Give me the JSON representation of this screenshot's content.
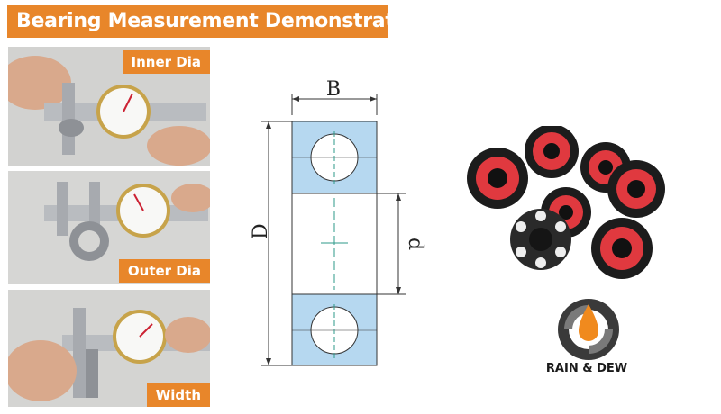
{
  "banner": {
    "title": "Bearing Measurement Demonstrate"
  },
  "photos": [
    {
      "label": "Inner Dia"
    },
    {
      "label": "Outer Dia"
    },
    {
      "label": "Width"
    }
  ],
  "diagram": {
    "label_b": "B",
    "label_d_outer": "D",
    "label_d_inner": "d"
  },
  "brand": {
    "name": "RAIN & DEW"
  },
  "colors": {
    "accent": "#e8862a",
    "bearing_red": "#e0393f",
    "ring_blue": "#b6d8f0"
  }
}
